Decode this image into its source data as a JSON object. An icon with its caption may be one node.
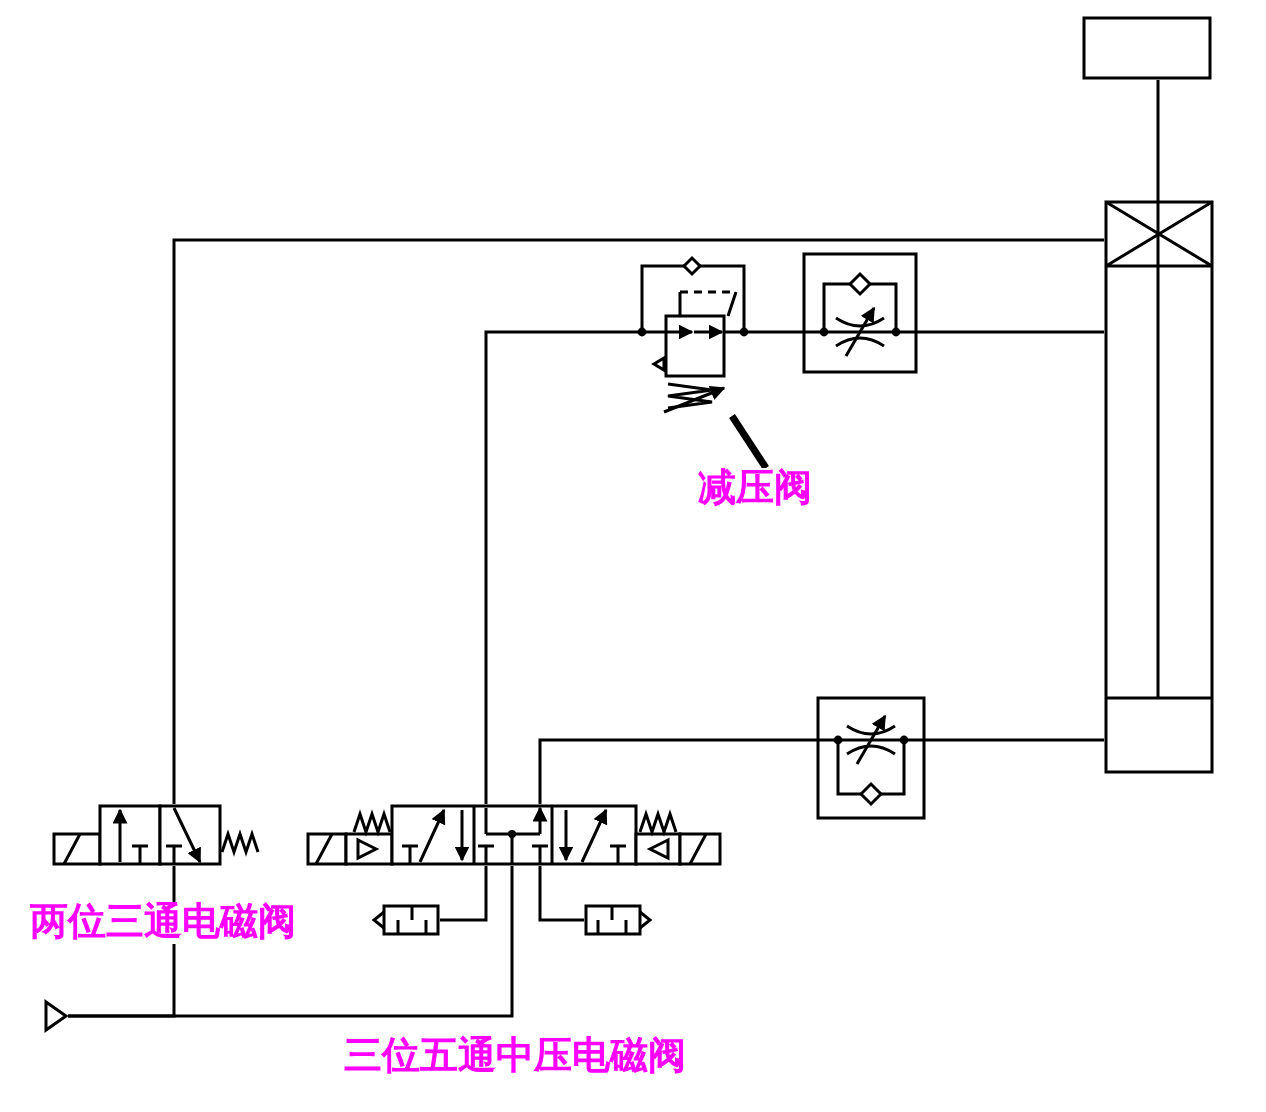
{
  "diagram": {
    "nodes": [
      {
        "text": [],
        "shape": "box"
      },
      {
        "text": [],
        "shape": "cylinder"
      },
      {
        "text": [],
        "shape": "picture"
      },
      {
        "text": [],
        "shape": "picture"
      },
      {
        "text": [],
        "shape": "picture"
      },
      {
        "text": [],
        "shape": "picture",
        "beside": [
          "两位三通电磁阀"
        ]
      },
      {
        "text": [],
        "shape": "picture"
      },
      {
        "text": [],
        "shape": "picture"
      },
      {
        "text": [],
        "shape": "picture"
      },
      {
        "text": [],
        "shape": "triangle"
      },
      {
        "text": [
          "减压阀"
        ]
      }
    ],
    "edges": [
      {
        "from": 10,
        "to": 2,
        "arrow": "none",
        "style": "thick"
      },
      {
        "from": 0,
        "to": 1,
        "arrow": "none"
      },
      {
        "from": 5,
        "to": 1,
        "arrow": "none"
      },
      {
        "from": 6,
        "to": 2,
        "arrow": "none"
      },
      {
        "from": 2,
        "to": 3,
        "arrow": "none"
      },
      {
        "from": 3,
        "to": 1,
        "arrow": "none"
      },
      {
        "from": 6,
        "to": 4,
        "arrow": "none"
      },
      {
        "from": 4,
        "to": 1,
        "arrow": "none"
      },
      {
        "from": 6,
        "to": 7,
        "arrow": "none"
      },
      {
        "from": 6,
        "to": 8,
        "arrow": "none"
      },
      {
        "from": 9,
        "to": 5,
        "arrow": "none"
      },
      {
        "from": 9,
        "to": 6,
        "arrow": "none"
      }
    ],
    "labels": [
      "三位五通中压电磁阀"
    ]
  }
}
